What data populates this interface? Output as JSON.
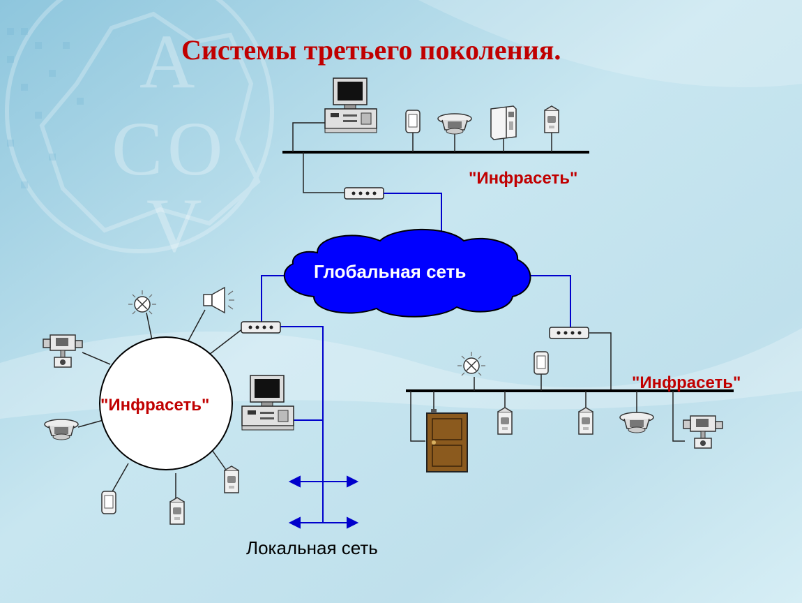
{
  "title": "Системы третьего поколения.",
  "global_network_label": "Глобальная сеть",
  "infranet_top_label": "\"Инфрасеть\"",
  "infranet_right_label": "\"Инфрасеть\"",
  "infranet_ring_label": "\"Инфрасеть\"",
  "local_network_label": "Локальная сеть",
  "colors": {
    "title": "#c00000",
    "cloud": "#0000ff",
    "link": "#0000cc",
    "bus": "#000000",
    "door": "#8b5a1e"
  },
  "icons": {
    "top_bus": [
      "workstation-icon",
      "keypad-icon",
      "smoke-detector-icon",
      "control-panel-icon",
      "motion-sensor-icon"
    ],
    "right_bus": [
      "door-icon",
      "motion-sensor-icon",
      "motion-sensor-icon",
      "smoke-detector-icon",
      "camera-icon",
      "lamp-icon",
      "keypad-icon"
    ],
    "ring": [
      "lamp-icon",
      "siren-icon",
      "camera-icon",
      "smoke-detector-icon",
      "keypad-icon",
      "motion-sensor-icon",
      "motion-sensor-icon",
      "workstation-icon"
    ]
  }
}
